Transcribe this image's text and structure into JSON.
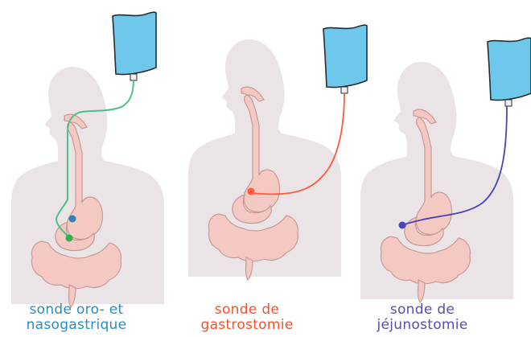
{
  "colors": {
    "silhouette": "#ebe4e6",
    "organ_fill": "#f4c9c3",
    "organ_stroke": "#c89a95",
    "bag_fill": "#6ec8ec",
    "bag_stroke": "#2b2b2b",
    "tube_nasogastric": "#4bbf8a",
    "tube_gastrostomy": "#ff5a3c",
    "tube_jejunostomy": "#4a44b8",
    "dot_stomach": "#2a84b4",
    "dot_duodenum": "#2db24a",
    "dot_gastro": "#ff5a3c",
    "dot_jejuno": "#4a44b8",
    "caption_blue": "#2a8cc4",
    "caption_red": "#f2512d",
    "caption_purple": "#5a4cb0"
  },
  "figures": [
    {
      "id": "oro-nasogastric",
      "caption_lines": [
        "sonde oro- et",
        "nasogastrique"
      ],
      "caption_color": "#2a8cc4",
      "icons": [
        "feeding-bag-icon",
        "nasogastric-tube-icon"
      ]
    },
    {
      "id": "gastrostomy",
      "caption_lines": [
        "sonde de",
        "gastrostomie"
      ],
      "caption_color": "#f2512d",
      "icons": [
        "feeding-bag-icon",
        "gastrostomy-tube-icon"
      ]
    },
    {
      "id": "jejunostomy",
      "caption_lines": [
        "sonde de",
        "jéjunostomie"
      ],
      "caption_color": "#5a4cb0",
      "icons": [
        "feeding-bag-icon",
        "jejunostomy-tube-icon"
      ]
    }
  ]
}
